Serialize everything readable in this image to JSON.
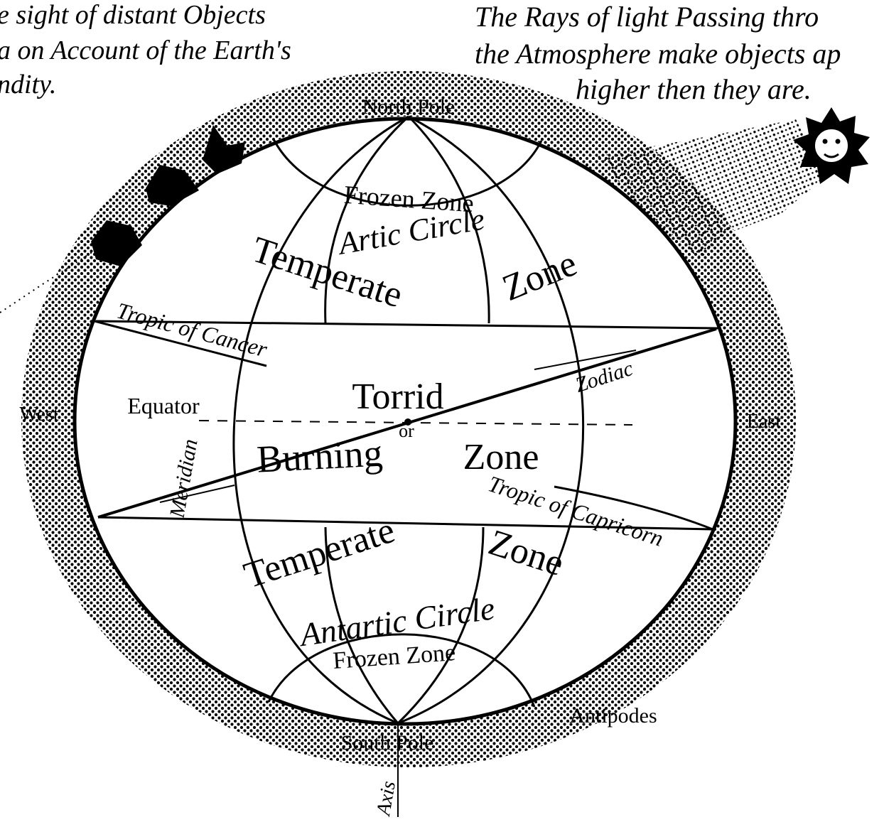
{
  "captions": {
    "left": [
      "e sight of distant Objects",
      "a on Account of the Earth's",
      "ndity."
    ],
    "right": [
      "The Rays of light Passing thro",
      "the Atmosphere make objects ap",
      "higher then they  are."
    ]
  },
  "labels": {
    "north_pole": "North Pole",
    "south_pole": "South Pole",
    "frozen_zone_north": "Frozen Zone",
    "frozen_zone_south": "Frozen Zone",
    "arctic_circle": "Artic Circle",
    "antarctic_circle": "Antartic Circle",
    "temperate_north_left": "Temperate",
    "temperate_north_right": "Zone",
    "temperate_south_left": "Temperate",
    "temperate_south_right": "Zone",
    "tropic_cancer": "Tropic of Cancer",
    "tropic_capricorn": "Tropic of Capricorn",
    "zodiac": "Zodiac",
    "equator": "Equator",
    "torrid": "Torrid",
    "or": "or",
    "burning": "Burning",
    "zone_center": "Zone",
    "west": "West",
    "east": "East",
    "meridian": "Meridian",
    "antipodes": "Antipodes",
    "axis": "Axis"
  },
  "colors": {
    "ink": "#000000",
    "paper": "#ffffff"
  },
  "icons": {
    "sun": "sun-face-icon",
    "trees": "tree-icon"
  }
}
